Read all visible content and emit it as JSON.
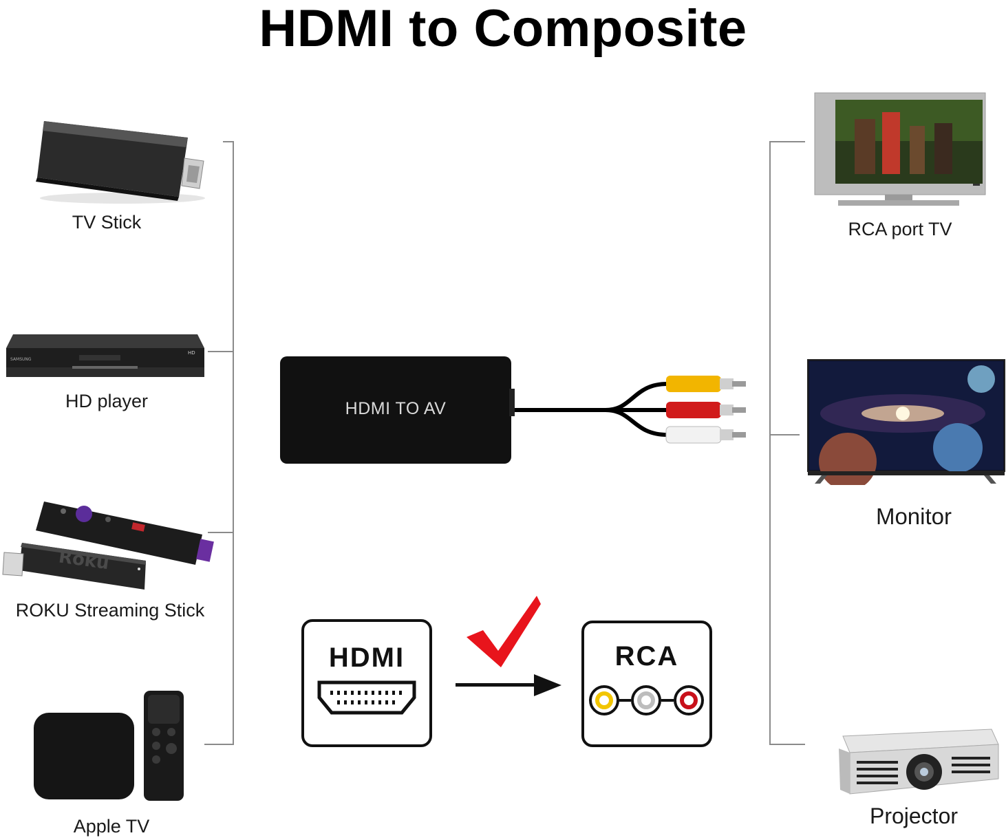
{
  "title": "HDMI to Composite",
  "sources": [
    {
      "label": "TV Stick",
      "icon": "tv-stick-icon"
    },
    {
      "label": "HD player",
      "icon": "hd-player-icon"
    },
    {
      "label": "ROKU Streaming Stick",
      "icon": "roku-stick-icon"
    },
    {
      "label": "Apple TV",
      "icon": "apple-tv-icon"
    }
  ],
  "outputs": [
    {
      "label": "RCA port TV",
      "icon": "crt-tv-icon"
    },
    {
      "label": "Monitor",
      "icon": "monitor-icon"
    },
    {
      "label": "Projector",
      "icon": "projector-icon"
    }
  ],
  "adapter": {
    "label": "HDMI TO AV"
  },
  "conversion": {
    "from": "HDMI",
    "to": "RCA"
  },
  "colors": {
    "rca_yellow": "#f2b500",
    "rca_red": "#d11b1b",
    "rca_white": "#f2f2f2",
    "check_red": "#e8141c"
  }
}
